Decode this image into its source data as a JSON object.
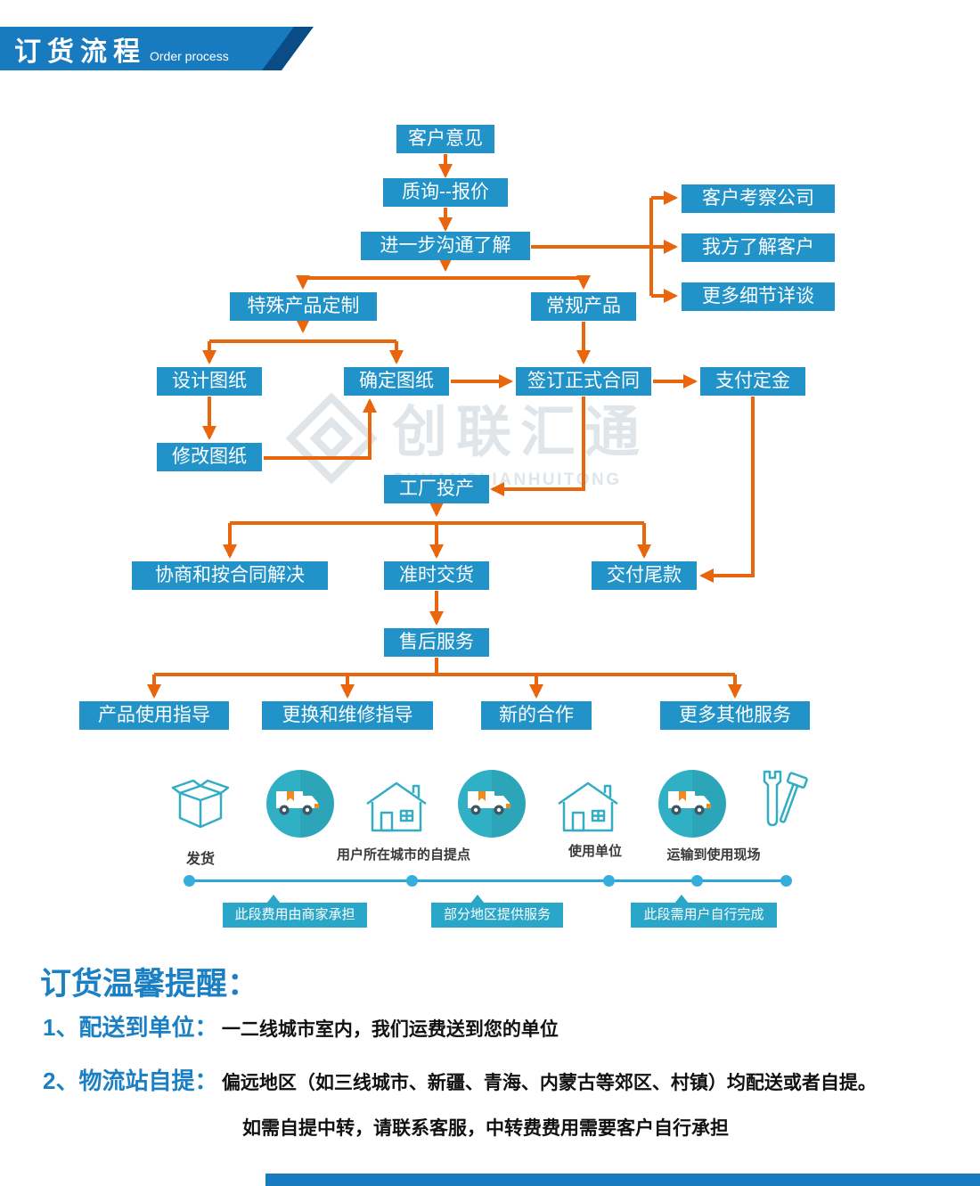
{
  "header": {
    "title": "订货流程",
    "subtitle": "Order process"
  },
  "watermark": {
    "cn": "创联汇通",
    "en": "CHUANGLIANHUITONG"
  },
  "flow": {
    "nodes": [
      {
        "id": "customer-feedback",
        "label": "客户意见"
      },
      {
        "id": "inquiry-quote",
        "label": "质询--报价"
      },
      {
        "id": "further-communication",
        "label": "进一步沟通了解"
      },
      {
        "id": "client-visit-company",
        "label": "客户考察公司"
      },
      {
        "id": "we-understand-client",
        "label": "我方了解客户"
      },
      {
        "id": "more-details-discussion",
        "label": "更多细节详谈"
      },
      {
        "id": "special-product-customization",
        "label": "特殊产品定制"
      },
      {
        "id": "regular-product",
        "label": "常规产品"
      },
      {
        "id": "design-drawing",
        "label": "设计图纸"
      },
      {
        "id": "confirm-drawing",
        "label": "确定图纸"
      },
      {
        "id": "sign-contract",
        "label": "签订正式合同"
      },
      {
        "id": "pay-deposit",
        "label": "支付定金"
      },
      {
        "id": "modify-drawing",
        "label": "修改图纸"
      },
      {
        "id": "factory-production",
        "label": "工厂投产"
      },
      {
        "id": "negotiate-per-contract",
        "label": "协商和按合同解决"
      },
      {
        "id": "on-time-delivery",
        "label": "准时交货"
      },
      {
        "id": "pay-balance",
        "label": "交付尾款"
      },
      {
        "id": "after-sales-service",
        "label": "售后服务"
      },
      {
        "id": "product-usage-guidance",
        "label": "产品使用指导"
      },
      {
        "id": "replacement-repair-guidance",
        "label": "更换和维修指导"
      },
      {
        "id": "new-cooperation",
        "label": "新的合作"
      },
      {
        "id": "more-other-services",
        "label": "更多其他服务"
      }
    ],
    "edges": [
      [
        "customer-feedback",
        "inquiry-quote"
      ],
      [
        "inquiry-quote",
        "further-communication"
      ],
      [
        "further-communication",
        "client-visit-company"
      ],
      [
        "further-communication",
        "we-understand-client"
      ],
      [
        "further-communication",
        "more-details-discussion"
      ],
      [
        "further-communication",
        "special-product-customization"
      ],
      [
        "further-communication",
        "regular-product"
      ],
      [
        "special-product-customization",
        "design-drawing"
      ],
      [
        "special-product-customization",
        "confirm-drawing"
      ],
      [
        "regular-product",
        "sign-contract"
      ],
      [
        "design-drawing",
        "modify-drawing"
      ],
      [
        "modify-drawing",
        "confirm-drawing"
      ],
      [
        "confirm-drawing",
        "sign-contract"
      ],
      [
        "sign-contract",
        "pay-deposit"
      ],
      [
        "sign-contract",
        "factory-production"
      ],
      [
        "pay-deposit",
        "pay-balance"
      ],
      [
        "factory-production",
        "negotiate-per-contract"
      ],
      [
        "factory-production",
        "on-time-delivery"
      ],
      [
        "factory-production",
        "pay-balance"
      ],
      [
        "on-time-delivery",
        "after-sales-service"
      ],
      [
        "after-sales-service",
        "product-usage-guidance"
      ],
      [
        "after-sales-service",
        "replacement-repair-guidance"
      ],
      [
        "after-sales-service",
        "new-cooperation"
      ],
      [
        "after-sales-service",
        "more-other-services"
      ]
    ]
  },
  "logistics": {
    "labels": [
      "发货",
      "用户所在城市的自提点",
      "使用单位",
      "运输到使用现场"
    ],
    "flags": [
      "此段费用由商家承担",
      "部分地区提供服务",
      "此段需用户自行完成"
    ]
  },
  "notice": {
    "title": "订货温馨提醒：",
    "items": [
      {
        "prefix": "1、配送到单位：",
        "text": "一二线城市室内，我们运费送到您的单位"
      },
      {
        "prefix": "2、物流站自提：",
        "text": "偏远地区（如三线城市、新疆、青海、内蒙古等郊区、村镇）均配送或者自提。"
      },
      {
        "prefix": "",
        "text": "如需自提中转，请联系客服，中转费费用需要客户自行承担"
      }
    ]
  },
  "colors": {
    "header_blue": "#187abf",
    "header_dark_blue": "#0a4d86",
    "node_blue": "#2193c8",
    "arrow_orange": "#ea660d",
    "icon_teal": "#33adc4",
    "timeline_blue": "#2ba7d8",
    "flag_teal": "#2aa6c8",
    "notice_blue": "#1b7fc4"
  }
}
